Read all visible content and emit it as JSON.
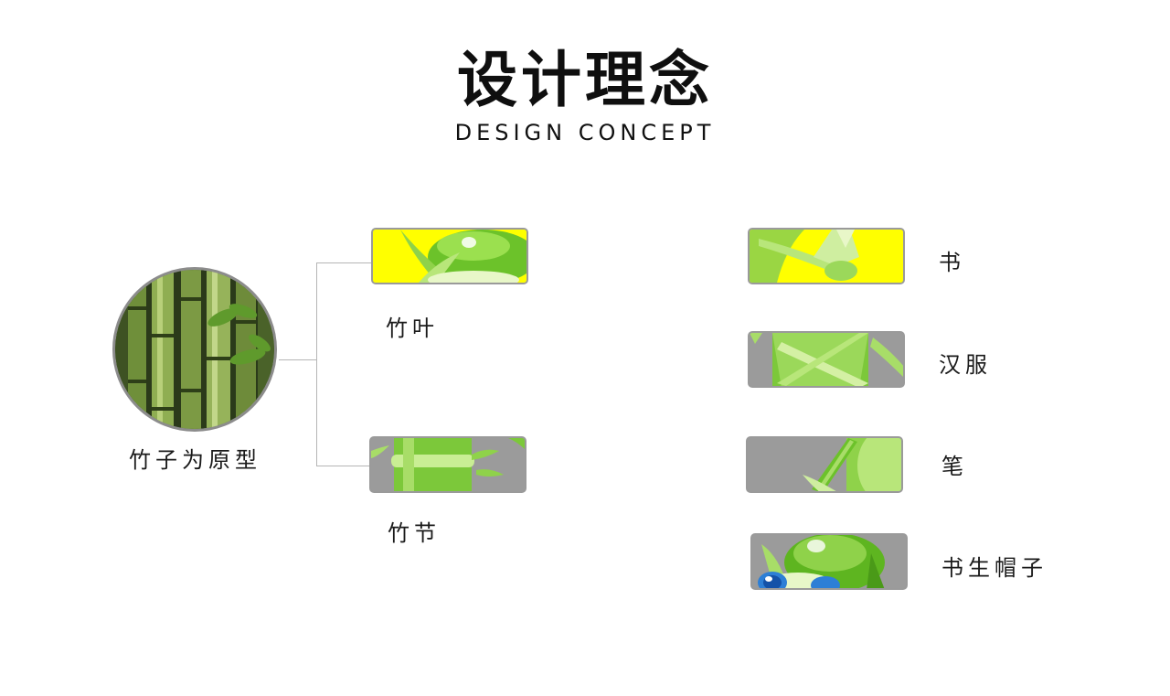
{
  "header": {
    "title": "设计理念",
    "subtitle": "DESIGN CONCEPT"
  },
  "origin": {
    "label": "竹子为原型",
    "image": "bamboo-forest-photo"
  },
  "left_items": [
    {
      "label": "竹叶",
      "image": "bamboo-leaf-detail",
      "background": "#ffff00"
    },
    {
      "label": "竹节",
      "image": "bamboo-node-detail",
      "background": "#9b9b9b"
    }
  ],
  "right_items": [
    {
      "label": "书",
      "image": "book-detail",
      "background": "#ffff00"
    },
    {
      "label": "汉服",
      "image": "hanfu-detail",
      "background": "#9b9b9b"
    },
    {
      "label": "笔",
      "image": "brush-detail",
      "background": "#9b9b9b"
    },
    {
      "label": "书生帽子",
      "image": "scholar-hat-detail",
      "background": "#9b9b9b"
    }
  ],
  "colors": {
    "accent_green": "#7dc832",
    "highlight_yellow": "#ffff00",
    "panel_gray": "#9b9b9b",
    "frame_gray": "#8c8c8c"
  }
}
